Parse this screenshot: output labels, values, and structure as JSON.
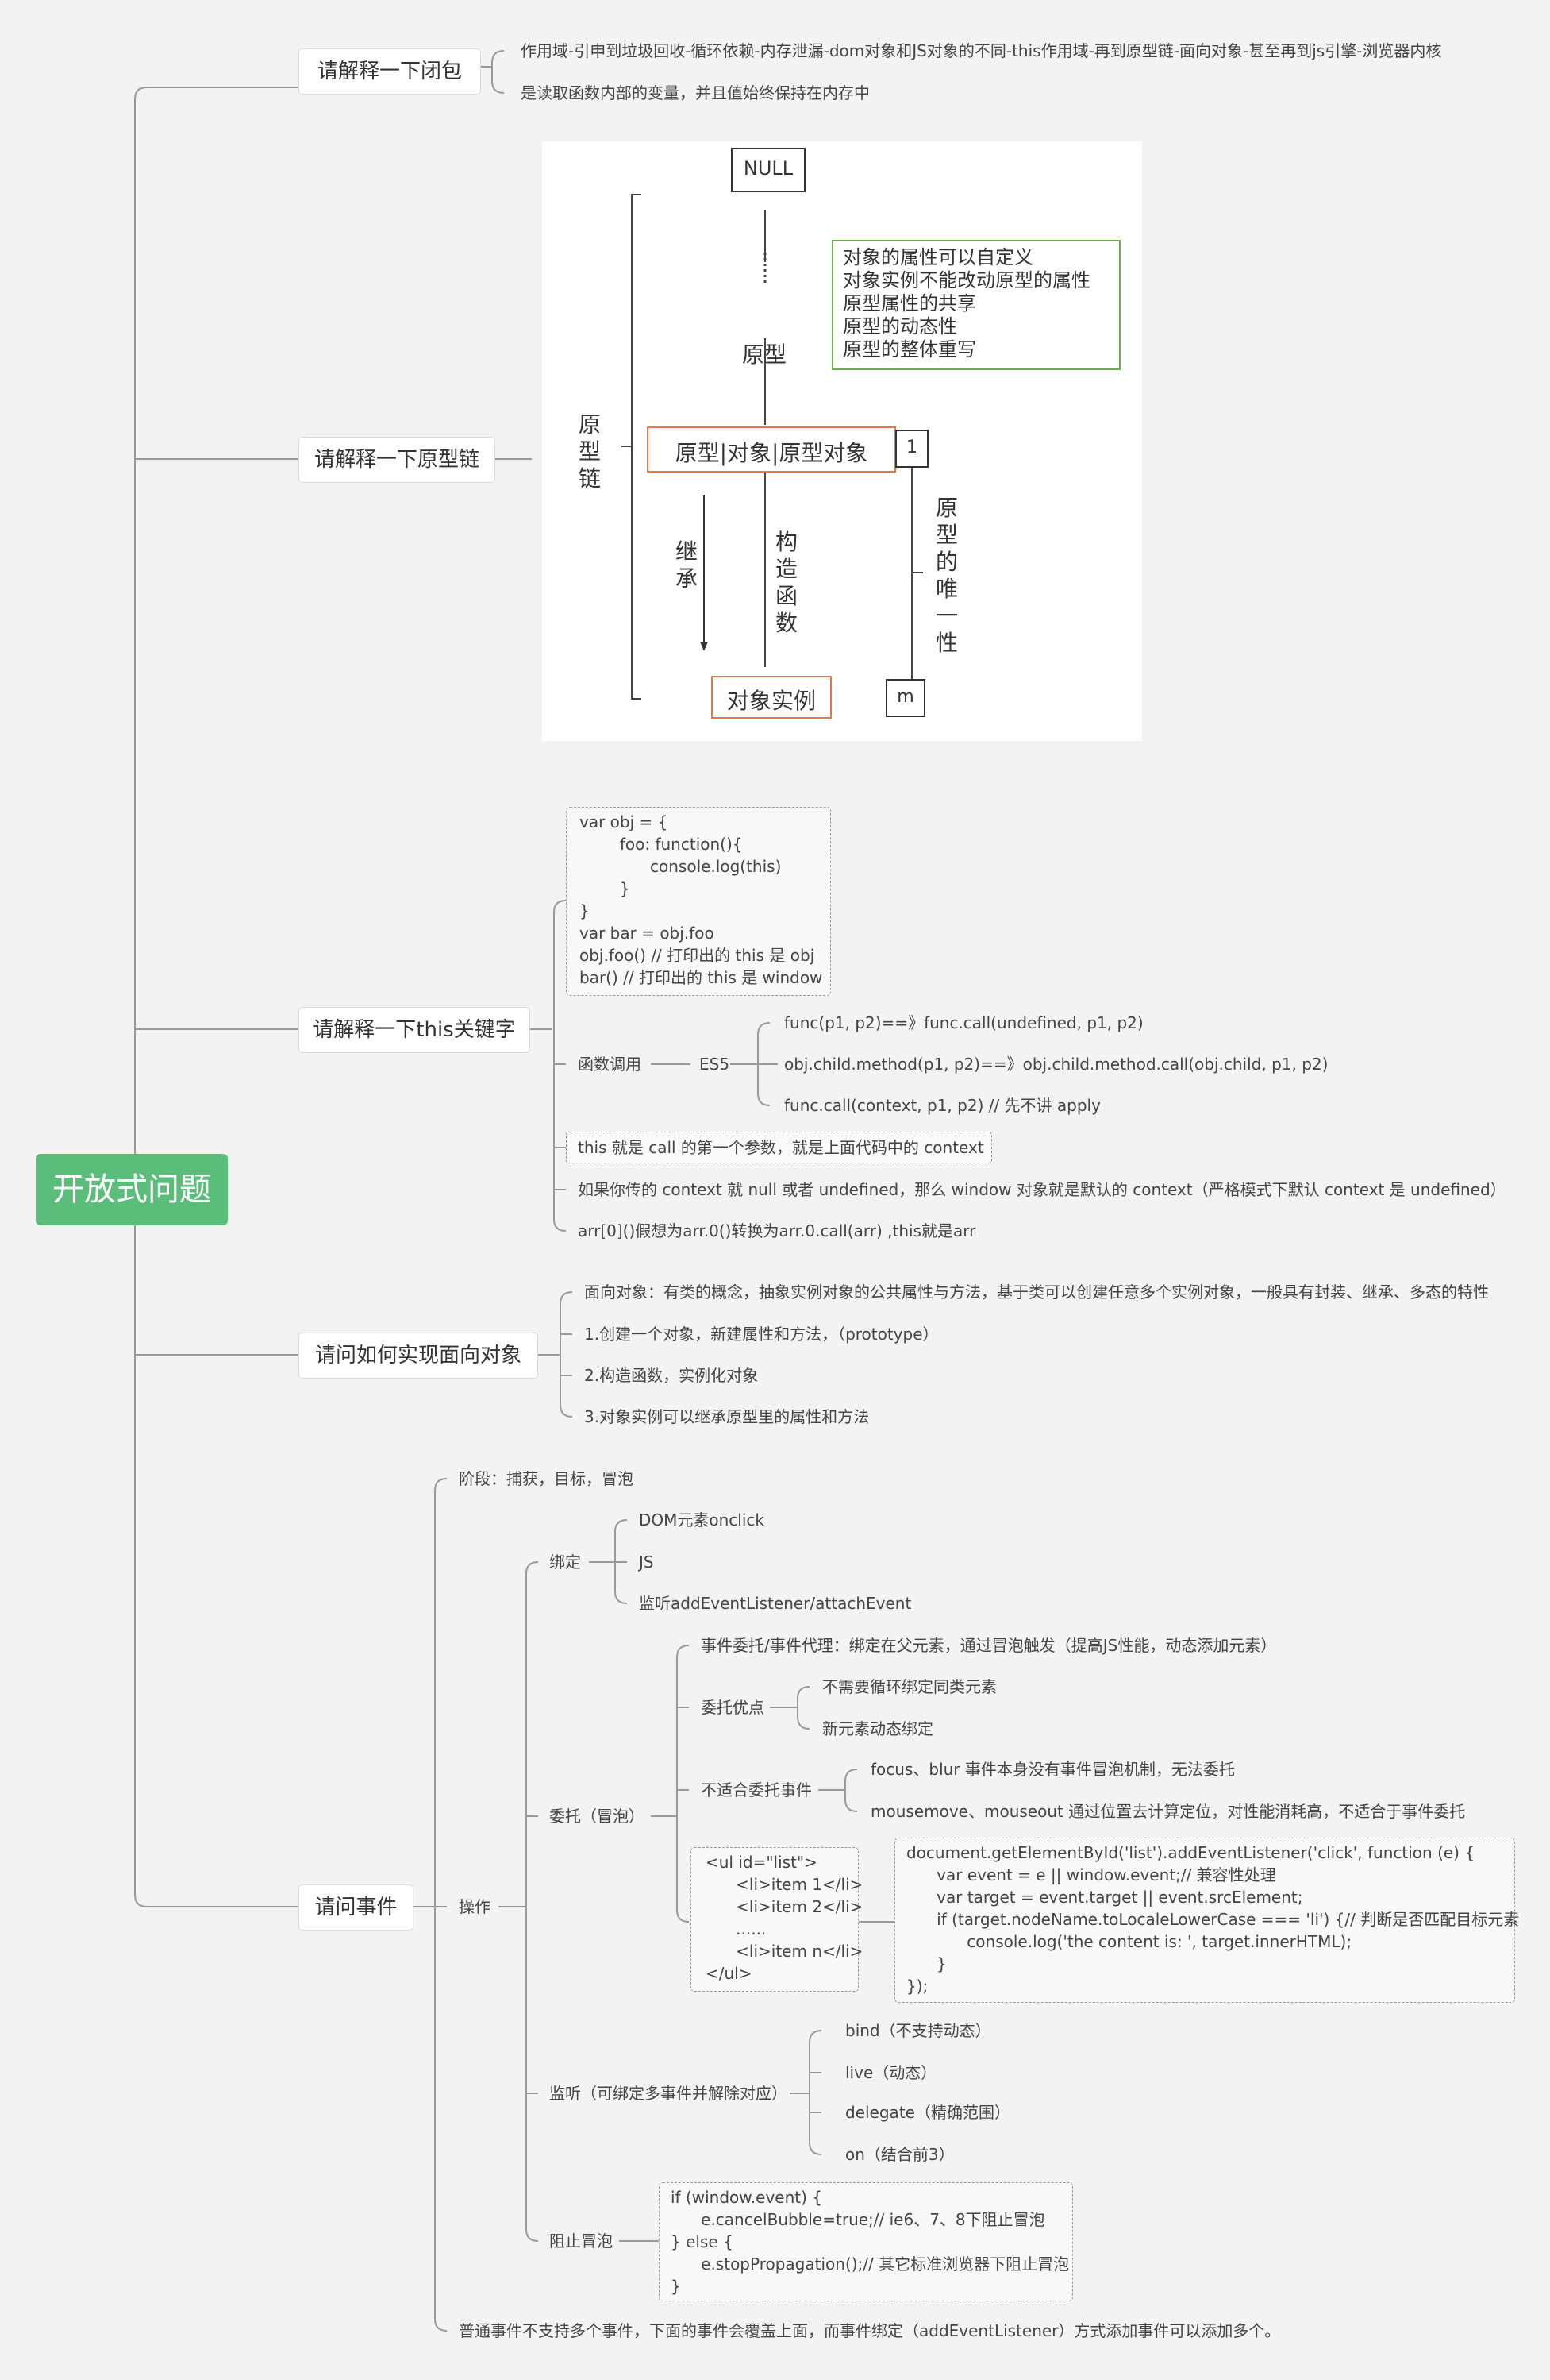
{
  "root": {
    "label": "开放式问题"
  },
  "closure": {
    "label": "请解释一下闭包",
    "line1": "作用域-引申到垃圾回收-循环依赖-内存泄漏-dom对象和JS对象的不同-this作用域-再到原型链-面向对象-甚至再到js引擎-浏览器内核",
    "line2": "是读取函数内部的变量，并且值始终保持在内存中"
  },
  "proto": {
    "label": "请解释一下原型链",
    "diagram": {
      "null": "NULL",
      "dots": "⋮",
      "prototype": "原型",
      "proto_obj": "原型|对象|原型对象",
      "instance": "对象实例",
      "chain": "原型链",
      "inherit": "继承",
      "constructor": "构造函数",
      "unique": "原型的唯一性",
      "one": "1",
      "m": "m",
      "props": [
        "对象的属性可以自定义",
        "对象实例不能改动原型的属性",
        "原型属性的共享",
        "原型的动态性",
        "原型的整体重写"
      ]
    }
  },
  "thiskw": {
    "label": "请解释一下this关键字",
    "code": "var obj = {\n        foo: function(){\n              console.log(this)\n        }\n}\nvar bar = obj.foo\nobj.foo() // 打印出的 this 是 obj\nbar() // 打印出的 this 是 window",
    "func_call": "函数调用",
    "es5": "ES5",
    "es5_items": [
      "func(p1, p2)==》func.call(undefined, p1, p2)",
      "obj.child.method(p1, p2)==》obj.child.method.call(obj.child, p1, p2)",
      "func.call(context, p1, p2) // 先不讲 apply"
    ],
    "context_note": "this 就是 call 的第一个参数，就是上面代码中的 context",
    "null_note": "如果你传的 context 就 null 或者 undefined，那么 window 对象就是默认的 context（严格模式下默认 context 是 undefined）",
    "arr_note": "arr[0]()假想为arr.0()转换为arr.0.call(arr)  ,this就是arr"
  },
  "oop": {
    "label": "请问如何实现面向对象",
    "items": [
      "面向对象：有类的概念，抽象实例对象的公共属性与方法，基于类可以创建任意多个实例对象，一般具有封装、继承、多态的特性",
      "1.创建一个对象，新建属性和方法，（prototype）",
      "2.构造函数，实例化对象",
      "3.对象实例可以继承原型里的属性和方法"
    ]
  },
  "events": {
    "label": "请问事件",
    "phase": "阶段：捕获，目标，冒泡",
    "ops": "操作",
    "bind": "绑定",
    "bind_items": [
      "DOM元素onclick",
      "JS",
      "监听addEventListener/attachEvent"
    ],
    "delegate": "委托（冒泡）",
    "delegate_def": "事件委托/事件代理：绑定在父元素，通过冒泡触发（提高JS性能，动态添加元素）",
    "adv": "委托优点",
    "adv_items": [
      "不需要循环绑定同类元素",
      "新元素动态绑定"
    ],
    "unsuit": "不适合委托事件",
    "unsuit_items": [
      "focus、blur 事件本身没有事件冒泡机制，无法委托",
      "mousemove、mouseout 通过位置去计算定位，对性能消耗高，不适合于事件委托"
    ],
    "html_code": "<ul id=\"list\">\n      <li>item 1</li>\n      <li>item 2</li>\n      ......\n      <li>item n</li>\n</ul>",
    "js_code": "document.getElementById('list').addEventListener('click', function (e) {\n      var event = e || window.event;// 兼容性处理\n      var target = event.target || event.srcElement;\n      if (target.nodeName.toLocaleLowerCase === 'li') {// 判断是否匹配目标元素\n            console.log('the content is: ', target.innerHTML);\n      }\n});",
    "listen": "监听（可绑定多事件并解除对应）",
    "listen_items": [
      "bind（不支持动态）",
      "live（动态）",
      "delegate（精确范围）",
      "on（结合前3）"
    ],
    "stop": "阻止冒泡",
    "stop_code": "if (window.event) {\n      e.cancelBubble=true;// ie6、7、8下阻止冒泡\n} else {\n      e.stopPropagation();// 其它标准浏览器下阻止冒泡\n}",
    "footer": "普通事件不支持多个事件，下面的事件会覆盖上面，而事件绑定（addEventListener）方式添加事件可以添加多个。"
  }
}
